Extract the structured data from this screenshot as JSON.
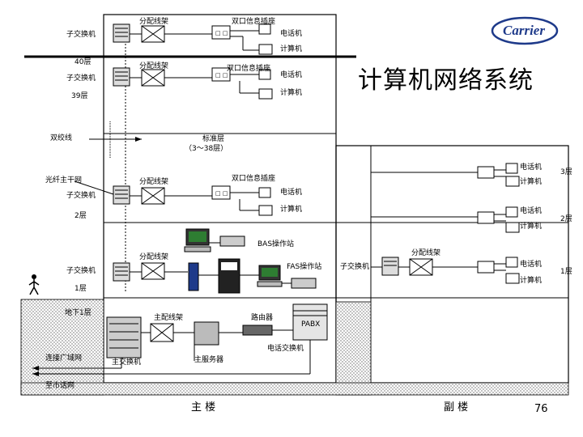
{
  "title": "计算机网络系统",
  "logo_text": "Carrier",
  "page_number": "76",
  "labels": {
    "subswitch": "子交换机",
    "dist_frame": "分配线架",
    "dual_socket": "双口信息插座",
    "phone": "电话机",
    "computer": "计算机",
    "floor40": "40层",
    "floor39": "39层",
    "twisted_pair": "双绞线",
    "standard_floor": "标准层",
    "standard_floor_range": "（3～38层）",
    "fiber_trunk": "光纤主干网",
    "floor3": "3层",
    "floor2_left": "2层",
    "floor2_right": "2层",
    "bas_station": "BAS操作站",
    "fas_station": "FAS操作站",
    "floor1_left": "1层",
    "floor1_right": "1层",
    "basement1": "地下1层",
    "main_frame": "主配线架",
    "router": "路由器",
    "pabx": "PABX",
    "phone_switch": "电话交换机",
    "wan_connect": "连接广域网",
    "main_switch": "主交换机",
    "main_server": "主服务器",
    "city_net": "至市话网",
    "main_building": "主 楼",
    "annex_building": "副 楼"
  },
  "colors": {
    "line": "#000000",
    "logo_blue": "#1e3a8a",
    "equipment_gray": "#d0d0d0"
  }
}
